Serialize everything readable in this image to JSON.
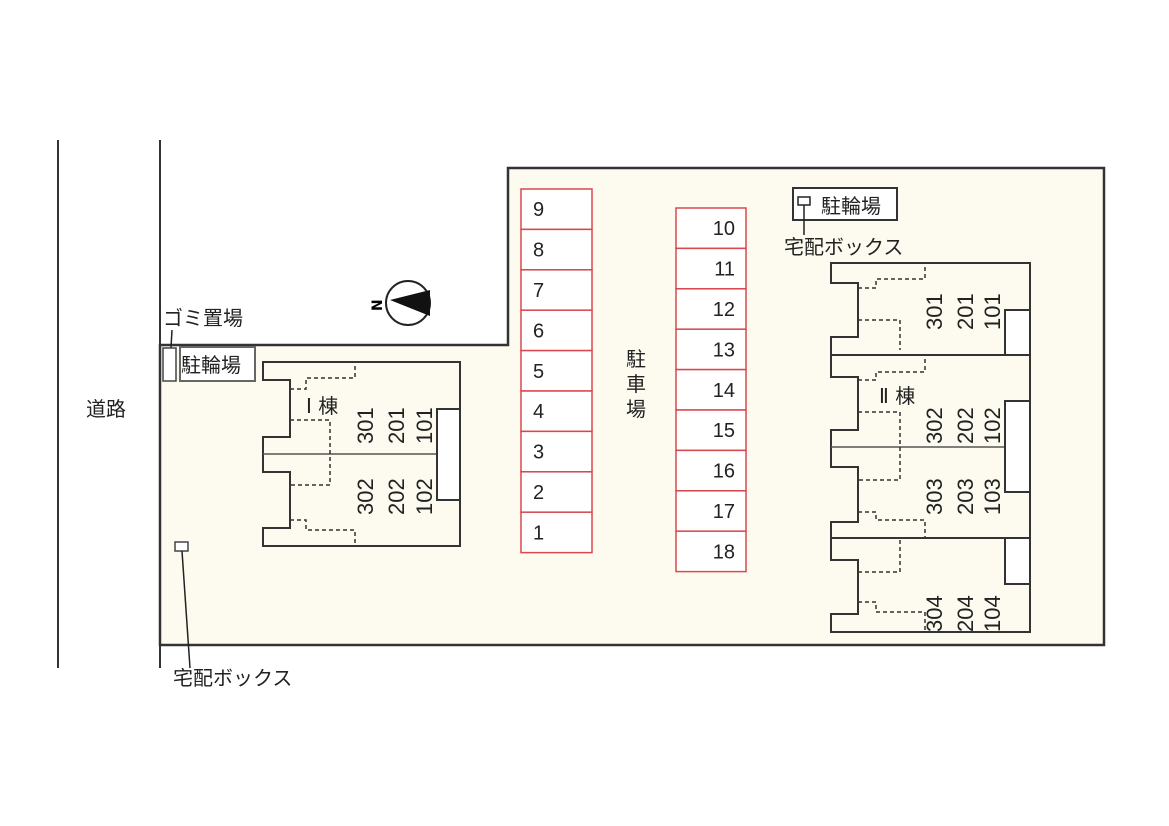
{
  "labels": {
    "road": "道路",
    "garbage": "ゴミ置場",
    "bike_parking_left": "駐輪場",
    "bike_parking_right": "駐輪場",
    "delivery_box_left": "宅配ボックス",
    "delivery_box_right": "宅配ボックス",
    "parking": [
      "駐",
      "車",
      "場"
    ],
    "building1": "Ⅰ 棟",
    "building2": "Ⅱ 棟",
    "north": "N"
  },
  "parking_left": [
    "9",
    "8",
    "7",
    "6",
    "5",
    "4",
    "3",
    "2",
    "1"
  ],
  "parking_right": [
    "10",
    "11",
    "12",
    "13",
    "14",
    "15",
    "16",
    "17",
    "18"
  ],
  "building1_units": [
    [
      "301",
      "201",
      "101"
    ],
    [
      "302",
      "202",
      "102"
    ]
  ],
  "building2_units": [
    [
      "301",
      "201",
      "101"
    ],
    [
      "302",
      "202",
      "102"
    ],
    [
      "303",
      "203",
      "103"
    ],
    [
      "304",
      "204",
      "104"
    ]
  ],
  "colors": {
    "site_fill": "#fdfbef",
    "parking_stroke": "#d9484f",
    "line": "#222222"
  }
}
